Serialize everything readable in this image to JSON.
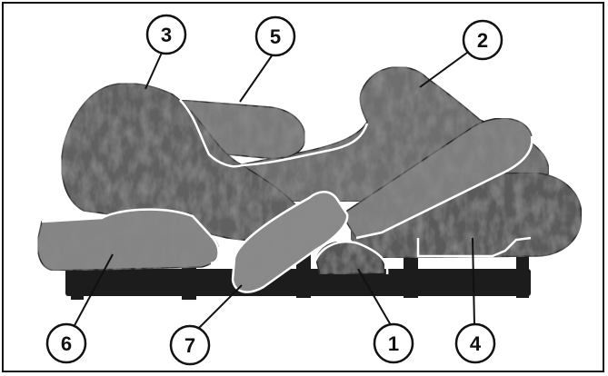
{
  "figure": {
    "description_icon": "log-set-illustration",
    "colors": {
      "outline": "#111111",
      "log_dark": "#3a3a3a",
      "log_mid": "#6e6e6e",
      "log_light": "#a8a8a8",
      "grate": "#1c1c1c",
      "separator": "#ffffff"
    },
    "callouts": [
      {
        "id": "callout-1",
        "label": "1"
      },
      {
        "id": "callout-2",
        "label": "2"
      },
      {
        "id": "callout-3",
        "label": "3"
      },
      {
        "id": "callout-4",
        "label": "4"
      },
      {
        "id": "callout-5",
        "label": "5"
      },
      {
        "id": "callout-6",
        "label": "6"
      },
      {
        "id": "callout-7",
        "label": "7"
      }
    ]
  }
}
